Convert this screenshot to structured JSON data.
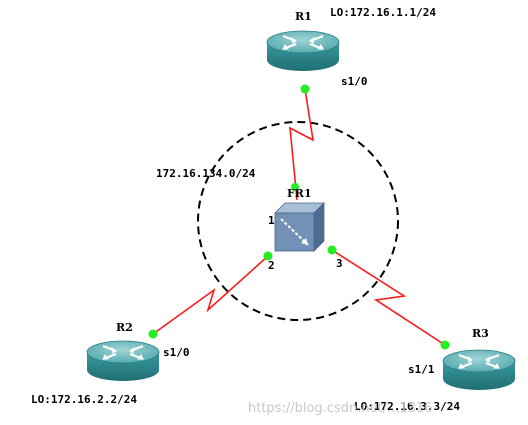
{
  "network": {
    "label": "172.16.134.0/24",
    "switch": {
      "name": "FR1",
      "ports": [
        "1",
        "2",
        "3"
      ]
    }
  },
  "routers": [
    {
      "name": "R1",
      "loopback": "LO:172.16.1.1/24",
      "interface": "s1/0"
    },
    {
      "name": "R2",
      "loopback": "LO:172.16.2.2/24",
      "interface": "s1/0"
    },
    {
      "name": "R3",
      "loopback": "LO:172.16.3.3/24",
      "interface": "s1/1"
    }
  ],
  "colors": {
    "link": "#ff1a1a",
    "port_dot": "#22ee22",
    "router": "#2d8a8e",
    "switch": "#6e8db0",
    "cloud": "#000000"
  },
  "watermark": "https://blog.csdn.net/...1316"
}
